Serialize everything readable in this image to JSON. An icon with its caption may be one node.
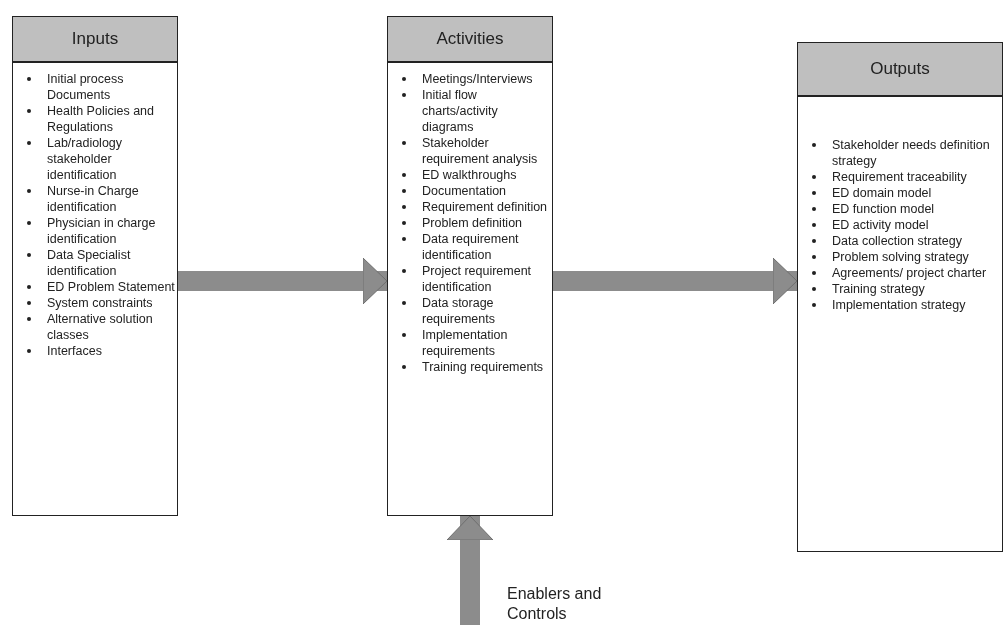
{
  "diagram": {
    "nodes": [
      {
        "text": [
          "Inputs"
        ]
      },
      {
        "text": [
          "Initial process Documents",
          "Health Policies and Regulations",
          "Lab/radiology stakeholder identification",
          "Nurse-in Charge identification",
          "Physician in charge identification",
          "Data Specialist identification",
          "ED Problem Statement",
          "System constraints",
          "Alternative solution classes",
          "Interfaces"
        ]
      },
      {
        "text": [
          "Activities"
        ]
      },
      {
        "text": [
          "Meetings/Interviews",
          "Initial flow charts/activity diagrams",
          "Stakeholder requirement analysis",
          "ED walkthroughs",
          "Documentation",
          "Requirement definition",
          "Problem definition",
          "Data requirement identification",
          "Project requirement identification",
          "Data storage requirements",
          "Implementation requirements",
          "Training requirements"
        ]
      },
      {
        "text": [
          "Outputs"
        ]
      },
      {
        "text": [
          "Stakeholder needs definition strategy",
          "Requirement traceability",
          "ED domain model",
          "ED function model",
          "ED activity model",
          "Data collection strategy",
          "Problem solving strategy",
          "Agreements/ project charter",
          "Training strategy",
          "Implementation strategy"
        ]
      }
    ],
    "edges": [
      {
        "from": 1,
        "to": 3,
        "arrow": "to"
      },
      {
        "from": 3,
        "to": 5,
        "arrow": "to"
      },
      {
        "from": null,
        "to": 3,
        "arrow": "to",
        "label": "Enablers and Controls"
      }
    ]
  }
}
